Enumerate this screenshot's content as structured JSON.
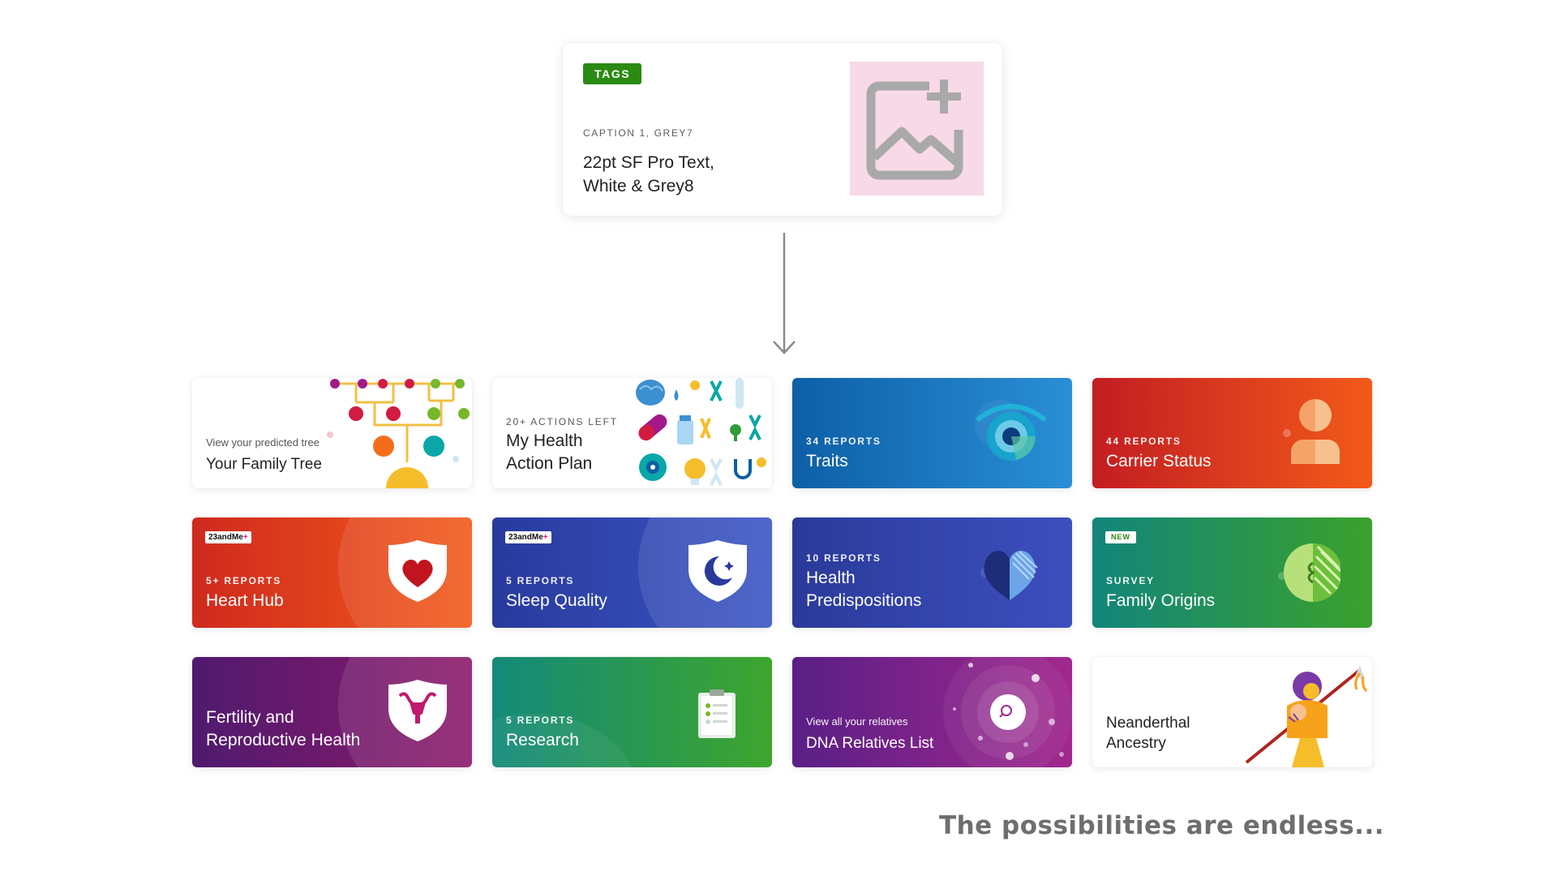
{
  "template": {
    "tag": "TAGS",
    "caption": "CAPTION 1, GREY7",
    "title_line1": "22pt SF Pro Text,",
    "title_line2": "White & Grey8",
    "image_icon": "image-add-icon"
  },
  "cards": {
    "family_tree": {
      "caption": "View your predicted tree",
      "title": "Your Family Tree"
    },
    "health_action": {
      "eyebrow": "20+ ACTIONS LEFT",
      "title_line1": "My Health",
      "title_line2": "Action Plan"
    },
    "traits": {
      "eyebrow": "34 REPORTS",
      "title": "Traits"
    },
    "carrier": {
      "eyebrow": "44 REPORTS",
      "title": "Carrier Status"
    },
    "heart": {
      "brand": "23andMe",
      "brand_plus": "+",
      "eyebrow": "5+ REPORTS",
      "title": "Heart Hub"
    },
    "sleep": {
      "brand": "23andMe",
      "brand_plus": "+",
      "eyebrow": "5 REPORTS",
      "title": "Sleep Quality"
    },
    "predispositions": {
      "eyebrow": "10 REPORTS",
      "title_line1": "Health",
      "title_line2": "Predispositions"
    },
    "family_origins": {
      "badge": "NEW",
      "eyebrow": "SURVEY",
      "title": "Family Origins"
    },
    "fertility": {
      "title_line1": "Fertility and",
      "title_line2": "Reproductive Health"
    },
    "research": {
      "eyebrow": "5 REPORTS",
      "title": "Research"
    },
    "dna_relatives": {
      "caption": "View all your relatives",
      "title": "DNA Relatives List"
    },
    "neanderthal": {
      "title_line1": "Neanderthal",
      "title_line2": "Ancestry"
    }
  },
  "tagline": "The possibilities are endless...",
  "colors": {
    "tag_green": "#2b8a12",
    "traits": [
      "#0d5fa6",
      "#2a8fd6"
    ],
    "carrier": [
      "#c31d22",
      "#f25a1a"
    ],
    "heart": [
      "#cf2a1e",
      "#f25a1a"
    ],
    "sleep": [
      "#283a9c",
      "#3b55c4"
    ],
    "predispositions": [
      "#2a3a9a",
      "#3d4fbe"
    ],
    "family_origins": [
      "#13857a",
      "#3aa12c"
    ],
    "fertility": [
      "#4f1a6e",
      "#8d1a6a"
    ],
    "research": [
      "#138a7a",
      "#3ea52c"
    ],
    "dna_relatives": [
      "#5a1f86",
      "#a1288e"
    ]
  }
}
